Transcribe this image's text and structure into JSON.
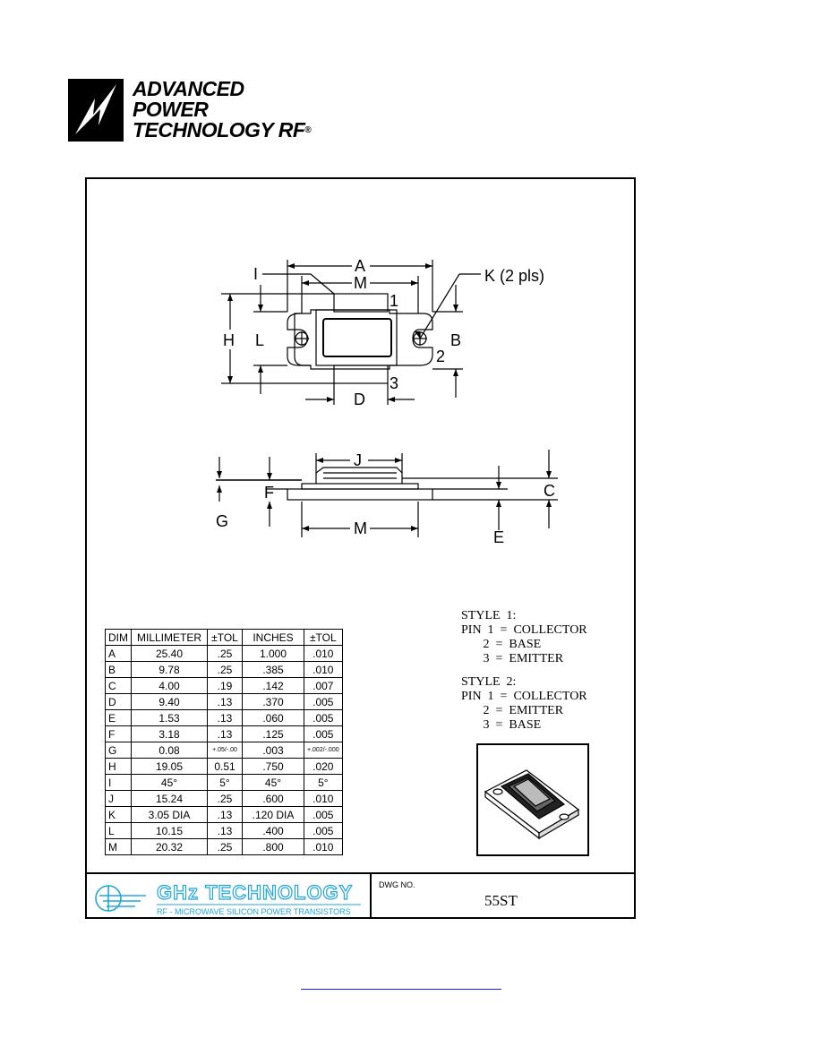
{
  "logo": {
    "line1": "ADVANCED",
    "line2": "POWER",
    "line3": "TECHNOLOGY RF",
    "reg": "®"
  },
  "drawing_labels": {
    "A": "A",
    "M": "M",
    "I": "I",
    "K": "K  (2  pls)",
    "pin1": "1",
    "H": "H",
    "L": "L",
    "B": "B",
    "pin2": "2",
    "pin3": "3",
    "D": "D",
    "J": "J",
    "F": "F",
    "C": "C",
    "G": "G",
    "M2": "M",
    "E": "E"
  },
  "table": {
    "headers": [
      "DIM",
      "MILLIMETER",
      "±TOL",
      "INCHES",
      "±TOL"
    ],
    "rows": [
      [
        "A",
        "25.40",
        ".25",
        "1.000",
        ".010"
      ],
      [
        "B",
        "9.78",
        ".25",
        ".385",
        ".010"
      ],
      [
        "C",
        "4.00",
        ".19",
        ".142",
        ".007"
      ],
      [
        "D",
        "9.40",
        ".13",
        ".370",
        ".005"
      ],
      [
        "E",
        "1.53",
        ".13",
        ".060",
        ".005"
      ],
      [
        "F",
        "3.18",
        ".13",
        ".125",
        ".005"
      ],
      [
        "G",
        "0.08",
        "+.05/-.00",
        ".003",
        "+.002/-.000"
      ],
      [
        "H",
        "19.05",
        "0.51",
        ".750",
        ".020"
      ],
      [
        "I",
        "45°",
        "5°",
        "45°",
        "5°"
      ],
      [
        "J",
        "15.24",
        ".25",
        ".600",
        ".010"
      ],
      [
        "K",
        "3.05  DIA",
        ".13",
        ".120  DIA",
        ".005"
      ],
      [
        "L",
        "10.15",
        ".13",
        ".400",
        ".005"
      ],
      [
        "M",
        "20.32",
        ".25",
        ".800",
        ".010"
      ]
    ]
  },
  "style1": {
    "title": "STYLE  1:",
    "pin1": "PIN  1  =  COLLECTOR",
    "pin2": "       2  =  BASE",
    "pin3": "       3  =  EMITTER"
  },
  "style2": {
    "title": "STYLE  2:",
    "pin1": "PIN  1  =  COLLECTOR",
    "pin2": "       2  =  EMITTER",
    "pin3": "       3  =  BASE"
  },
  "title_block": {
    "company": "GHz TECHNOLOGY",
    "tagline": "RF - MICROWAVE SILICON POWER TRANSISTORS",
    "dwg_label": "DWG  NO.",
    "dwg_no": "55ST"
  },
  "colors": {
    "ghz_blue": "#22a6d8",
    "link": "#1a1aff"
  }
}
